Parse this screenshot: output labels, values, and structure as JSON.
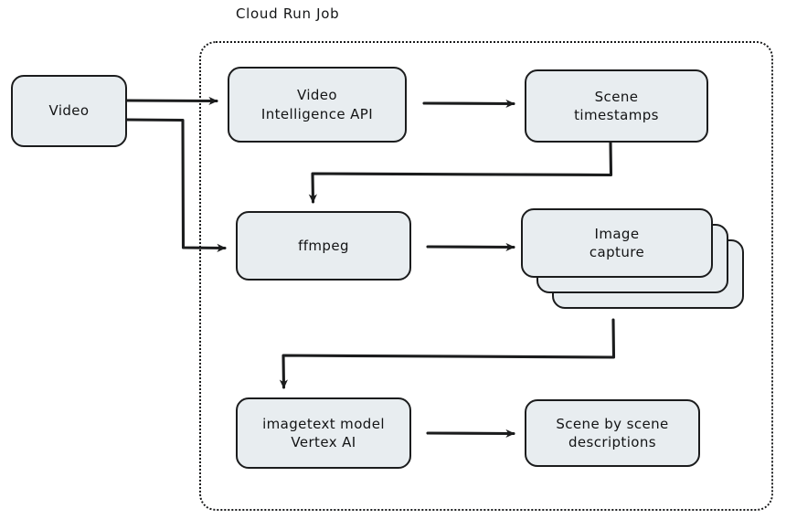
{
  "diagram": {
    "title": "Cloud Run Job",
    "colors": {
      "node_fill": "#e8edf0",
      "stroke": "#1b1c1d",
      "background": "#ffffff",
      "text": "#131415"
    },
    "group": {
      "label": "Cloud Run Job",
      "border_style": "dotted"
    },
    "nodes": [
      {
        "id": "video",
        "label": "Video",
        "shape": "rounded-rect",
        "inside_group": false
      },
      {
        "id": "video-intelligence-api",
        "label": "Video\nIntelligence API",
        "shape": "rounded-rect",
        "inside_group": true
      },
      {
        "id": "scene-timestamps",
        "label": "Scene\ntimestamps",
        "shape": "rounded-rect",
        "inside_group": true
      },
      {
        "id": "ffmpeg",
        "label": "ffmpeg",
        "shape": "rounded-rect",
        "inside_group": true
      },
      {
        "id": "image-capture",
        "label": "Image\ncapture",
        "shape": "stacked-rect",
        "stack_count": 3,
        "inside_group": true
      },
      {
        "id": "imagetext-model-vertex-ai",
        "label": "imagetext model\nVertex AI",
        "shape": "rounded-rect",
        "inside_group": true
      },
      {
        "id": "scene-by-scene-descriptions",
        "label": "Scene by scene\ndescriptions",
        "shape": "rounded-rect",
        "inside_group": true
      }
    ],
    "edges": [
      {
        "from": "video",
        "to": "video-intelligence-api",
        "style": "arrow"
      },
      {
        "from": "video",
        "to": "ffmpeg",
        "style": "arrow-elbow"
      },
      {
        "from": "video-intelligence-api",
        "to": "scene-timestamps",
        "style": "arrow"
      },
      {
        "from": "scene-timestamps",
        "to": "ffmpeg",
        "style": "arrow-elbow"
      },
      {
        "from": "ffmpeg",
        "to": "image-capture",
        "style": "arrow"
      },
      {
        "from": "image-capture",
        "to": "imagetext-model-vertex-ai",
        "style": "arrow-elbow"
      },
      {
        "from": "imagetext-model-vertex-ai",
        "to": "scene-by-scene-descriptions",
        "style": "arrow"
      }
    ]
  }
}
